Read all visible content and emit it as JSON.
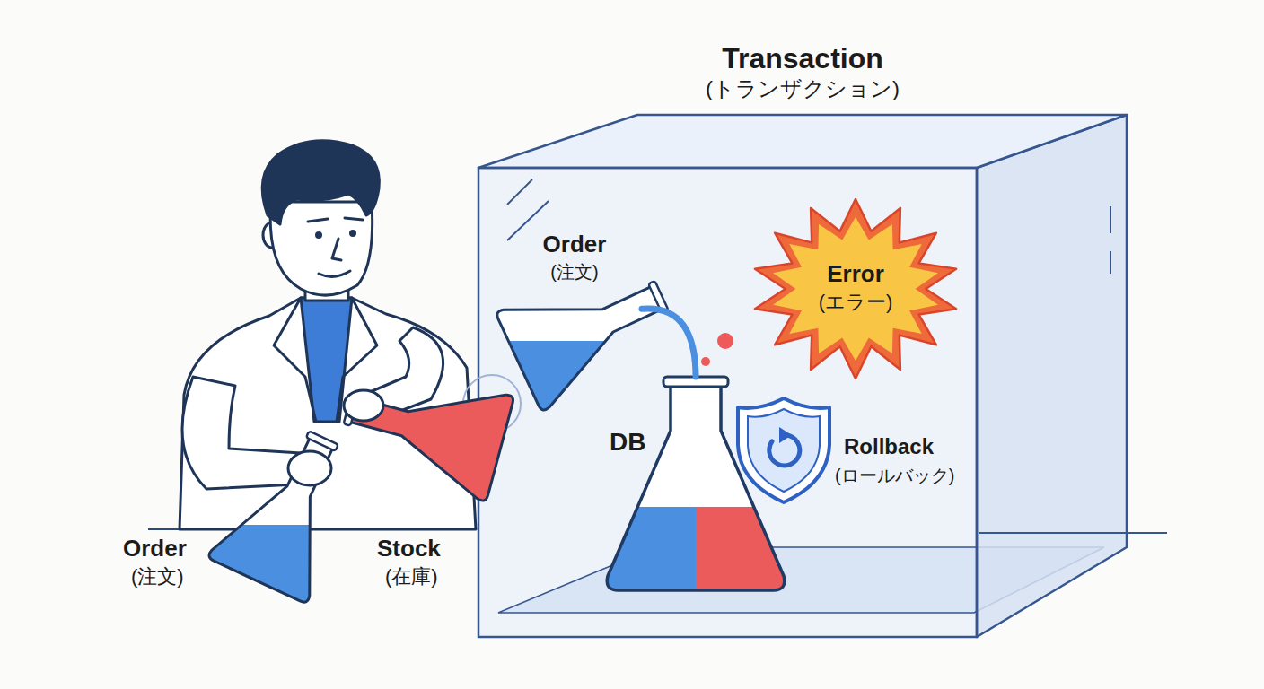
{
  "diagram": {
    "nodes": [
      {
        "text": [
          "Transaction",
          "(トランザクション)"
        ]
      },
      {
        "text": [
          "Order",
          "(注文)"
        ],
        "in": 0
      },
      {
        "text": [
          "Error",
          "(エラー)"
        ],
        "in": 0
      },
      {
        "text": [
          "DB"
        ],
        "in": 0
      },
      {
        "text": [
          "Rollback",
          "(ロールバック)"
        ],
        "in": 0
      }
    ],
    "edges": [
      {
        "from": 1,
        "to": 3,
        "arrow": "none"
      }
    ],
    "labels": [
      "Order",
      "(注文)",
      "Stock",
      "(在庫)"
    ]
  }
}
